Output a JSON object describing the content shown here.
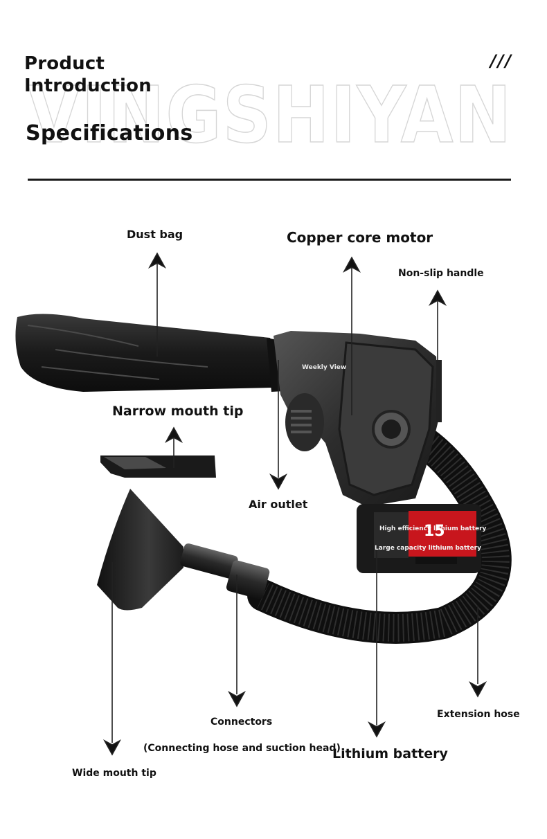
{
  "header": {
    "title_line1": "Product",
    "title_line2": "Introduction",
    "subtitle": "Specifications",
    "decoration": "///",
    "watermark": "VINGSHIYAN"
  },
  "product": {
    "body_badge": "Weekly View",
    "battery_overlay_1": "High efficiency lithium battery",
    "battery_overlay_2": "Large capacity lithium battery",
    "battery_number": "15"
  },
  "labels": {
    "dust_bag": "Dust bag",
    "copper_core_motor": "Copper core motor",
    "non_slip_handle": "Non-slip handle",
    "narrow_mouth_tip": "Narrow mouth tip",
    "air_outlet": "Air outlet",
    "connectors": "Connectors",
    "connectors_note": "(Connecting hose and suction head)",
    "extension_hose": "Extension hose",
    "lithium_battery": "Lithium battery",
    "wide_mouth_tip": "Wide mouth tip"
  },
  "colors": {
    "accent_red": "#c8161d",
    "body_dark": "#2b2b2b",
    "body_mid": "#444444"
  }
}
